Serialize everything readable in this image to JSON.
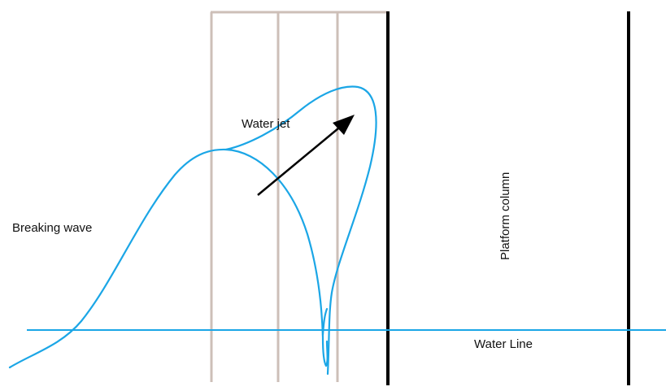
{
  "labels": {
    "water_jet": "Water jet",
    "breaking_wave": "Breaking wave",
    "platform_column": "Platform column",
    "water_line": "Water Line"
  },
  "colors": {
    "wave": "#1ba6e6",
    "water_line": "#1ba6e6",
    "column": "#000000",
    "grid": "#cdbfb8",
    "arrow": "#000000"
  }
}
